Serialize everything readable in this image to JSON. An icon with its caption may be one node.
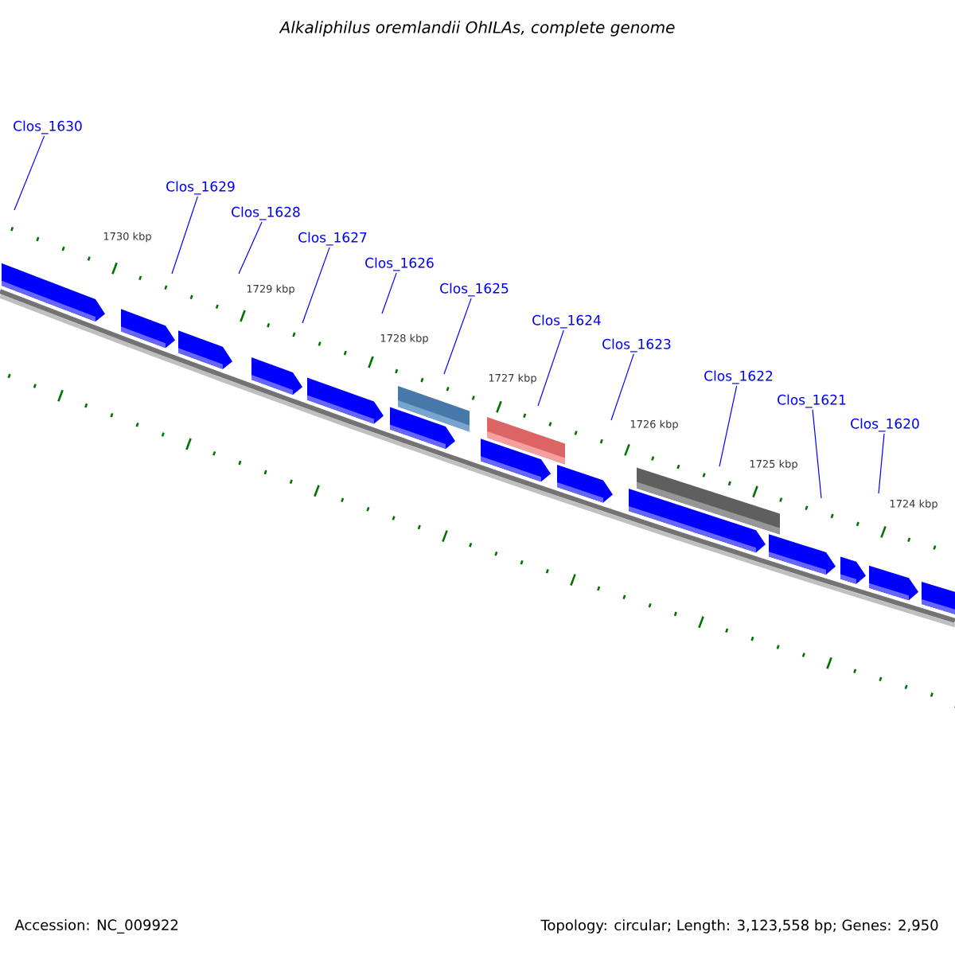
{
  "diagram": {
    "title": "Alkaliphilus oremlandii OhILAs, complete genome",
    "nodes": [
      {
        "text": [
          "Clos_1630"
        ]
      },
      {
        "text": [
          "Clos_1629"
        ]
      },
      {
        "text": [
          "Clos_1628"
        ]
      },
      {
        "text": [
          "Clos_1627"
        ]
      },
      {
        "text": [
          "Clos_1626"
        ]
      },
      {
        "text": [
          "Clos_1625"
        ]
      },
      {
        "text": [
          "Clos_1624"
        ]
      },
      {
        "text": [
          "Clos_1623"
        ]
      },
      {
        "text": [
          "Clos_1622"
        ]
      },
      {
        "text": [
          "Clos_1621"
        ]
      },
      {
        "text": [
          "Clos_1620"
        ]
      }
    ],
    "edges": [
      {
        "from": 0,
        "to": null,
        "arrow": "none"
      },
      {
        "from": 1,
        "to": null,
        "arrow": "none"
      },
      {
        "from": 2,
        "to": null,
        "arrow": "none"
      },
      {
        "from": 3,
        "to": null,
        "arrow": "none"
      },
      {
        "from": 4,
        "to": null,
        "arrow": "none"
      },
      {
        "from": 5,
        "to": null,
        "arrow": "none"
      },
      {
        "from": 6,
        "to": null,
        "arrow": "none"
      },
      {
        "from": 7,
        "to": null,
        "arrow": "none"
      },
      {
        "from": 8,
        "to": null,
        "arrow": "none"
      },
      {
        "from": 9,
        "to": null,
        "arrow": "none"
      },
      {
        "from": 10,
        "to": null,
        "arrow": "none"
      }
    ],
    "labels": [
      "1730 kbp",
      "1729 kbp",
      "1728 kbp",
      "1727 kbp",
      "1726 kbp",
      "1725 kbp",
      "1724 kbp",
      "Accession: NC_009922",
      "Topology: circular; Length: 3,123,558 bp; Genes: 2,950"
    ]
  }
}
